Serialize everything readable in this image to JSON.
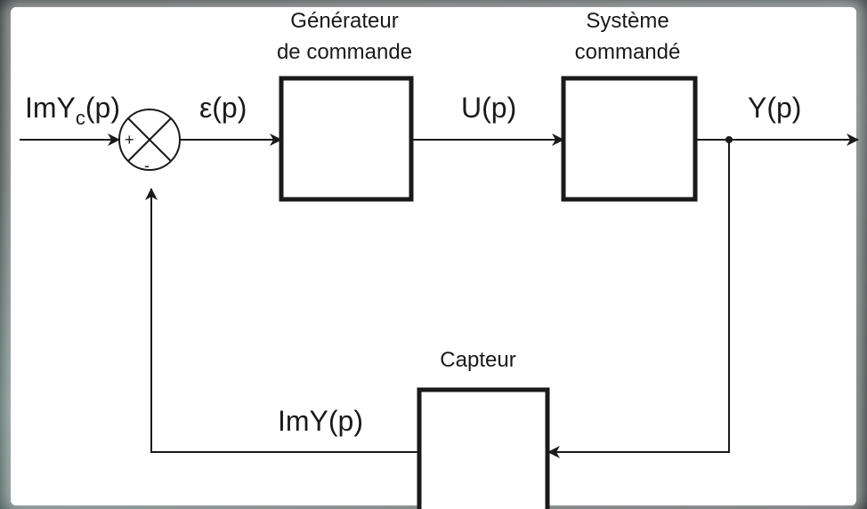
{
  "blocks": {
    "controller": {
      "title_line1": "Générateur",
      "title_line2": "de commande"
    },
    "plant": {
      "title_line1": "Système",
      "title_line2": "commandé"
    },
    "sensor": {
      "title": "Capteur"
    }
  },
  "signals": {
    "reference_main": "ImY",
    "reference_sub": "c",
    "reference_arg": "(p)",
    "error": "ε(p)",
    "command": "U(p)",
    "output": "Y(p)",
    "measure": "ImY(p)"
  },
  "comparator": {
    "plus_sign": "+",
    "minus_sign": "-"
  }
}
